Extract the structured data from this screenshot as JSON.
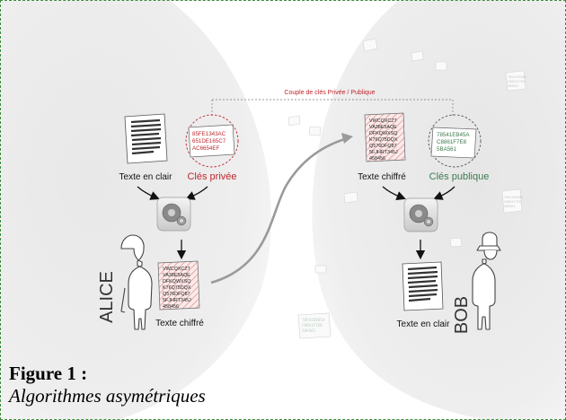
{
  "pair_label": "Couple de clés Privée / Publique",
  "alice": {
    "name": "ALICE",
    "plain_label": "Texte en clair",
    "key_label": "Clés privée",
    "key_lines": [
      "85FE1343AC",
      "651DE165C7",
      "AC6654EF"
    ],
    "cipher_label": "Texte chiffré",
    "cipher_lines": [
      "VWCQXCZT",
      "VA38E5AQE",
      "DFKQWXSQ",
      "K76Q75DQX",
      "Q576DFQ87",
      "5FJHRT345J",
      "458456"
    ]
  },
  "bob": {
    "name": "BOB",
    "cipher_label": "Texte chiffré",
    "cipher_lines": [
      "VWCQXCZT",
      "VA38E5AQE",
      "DFKQWXSQ",
      "K76Q75DQX",
      "Q576DFQ87",
      "5FJHRT345J",
      "458456"
    ],
    "key_label": "Clés publique",
    "key_lines": [
      "78541EB45A",
      "C8861F7E8",
      "5BA561"
    ],
    "plain_label": "Texte en clair"
  },
  "floating_note": [
    "78541EB45A",
    "C8861F7E8",
    "5BA561"
  ],
  "colors": {
    "private": "#c0262d",
    "public": "#3c7a4e",
    "border": "#3d8a3d"
  },
  "icons": [
    "document-icon",
    "key-note-icon",
    "gears-processor-icon",
    "person-icon",
    "arrow-down-icon",
    "curved-arrow-icon"
  ],
  "figure": {
    "label": "Figure 1 :",
    "subtitle": "Algorithmes asymétriques"
  }
}
